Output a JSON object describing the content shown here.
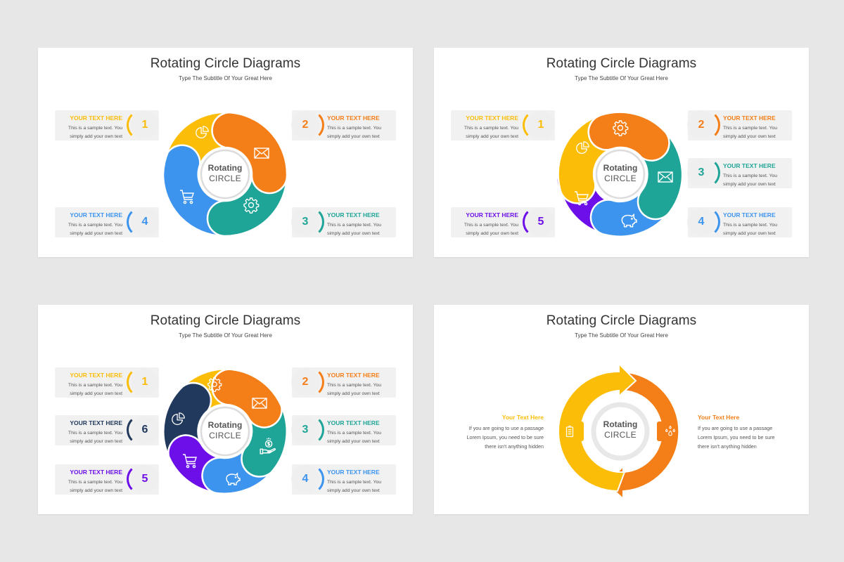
{
  "colors": {
    "yellow": "#fbbd08",
    "orange": "#f47e17",
    "teal": "#1fa597",
    "blue": "#3c94ee",
    "purple": "#6c0fe8",
    "navy": "#21395d",
    "background": "#e8e7e8",
    "box": "#f1f1f1"
  },
  "slides": [
    {
      "title": "Rotating Circle Diagrams",
      "subtitle": "Type The Subtitle Of Your Great Here",
      "center": {
        "line1": "Rotating",
        "line2": "CIRCLE"
      },
      "items": [
        {
          "num": "1",
          "heading": "YOUR TEXT HERE",
          "line1": "This is a sample text. You",
          "line2": "simply add your own text",
          "color": "#fbbd08",
          "icon": "pie-chart-icon"
        },
        {
          "num": "2",
          "heading": "YOUR TEXT HERE",
          "line1": "This is a sample text. You",
          "line2": "simply add your own text",
          "color": "#f47e17",
          "icon": "envelope-icon"
        },
        {
          "num": "3",
          "heading": "YOUR TEXT HERE",
          "line1": "This is a sample text. You",
          "line2": "simply add your own text",
          "color": "#1fa597",
          "icon": "gear-icon"
        },
        {
          "num": "4",
          "heading": "YOUR TEXT HERE",
          "line1": "This is a sample text. You",
          "line2": "simply add your own text",
          "color": "#3c94ee",
          "icon": "shopping-cart-icon"
        }
      ]
    },
    {
      "title": "Rotating Circle Diagrams",
      "subtitle": "Type The Subtitle Of Your Great Here",
      "center": {
        "line1": "Rotating",
        "line2": "CIRCLE"
      },
      "items": [
        {
          "num": "1",
          "heading": "YOUR TEXT HERE",
          "line1": "This is a sample text. You",
          "line2": "simply add your own text",
          "color": "#fbbd08",
          "icon": "pie-chart-icon"
        },
        {
          "num": "2",
          "heading": "YOUR TEXT HERE",
          "line1": "This is a sample text. You",
          "line2": "simply add your own text",
          "color": "#f47e17",
          "icon": "gear-icon"
        },
        {
          "num": "3",
          "heading": "YOUR TEXT HERE",
          "line1": "This is a sample text. You",
          "line2": "simply add your own text",
          "color": "#1fa597",
          "icon": "envelope-icon"
        },
        {
          "num": "4",
          "heading": "YOUR TEXT HERE",
          "line1": "This is a sample text. You",
          "line2": "simply add your own text",
          "color": "#3c94ee",
          "icon": "piggy-bank-icon"
        },
        {
          "num": "5",
          "heading": "YOUR TEXT HERE",
          "line1": "This is a sample text. You",
          "line2": "simply add your own text",
          "color": "#6c0fe8",
          "icon": "shopping-cart-icon"
        }
      ]
    },
    {
      "title": "Rotating Circle Diagrams",
      "subtitle": "Type The Subtitle Of Your Great Here",
      "center": {
        "line1": "Rotating",
        "line2": "CIRCLE"
      },
      "items": [
        {
          "num": "1",
          "heading": "YOUR TEXT HERE",
          "line1": "This is a sample text. You",
          "line2": "simply add your own text",
          "color": "#fbbd08",
          "icon": "gear-icon"
        },
        {
          "num": "2",
          "heading": "YOUR TEXT HERE",
          "line1": "This is a sample text. You",
          "line2": "simply add your own text",
          "color": "#f47e17",
          "icon": "envelope-icon"
        },
        {
          "num": "3",
          "heading": "YOUR TEXT HERE",
          "line1": "This is a sample text. You",
          "line2": "simply add your own text",
          "color": "#1fa597",
          "icon": "money-hand-icon"
        },
        {
          "num": "4",
          "heading": "YOUR TEXT HERE",
          "line1": "This is a sample text. You",
          "line2": "simply add your own text",
          "color": "#3c94ee",
          "icon": "piggy-bank-icon"
        },
        {
          "num": "5",
          "heading": "YOUR TEXT HERE",
          "line1": "This is a sample text. You",
          "line2": "simply add your own text",
          "color": "#6c0fe8",
          "icon": "shopping-cart-icon"
        },
        {
          "num": "6",
          "heading": "YOUR TEXT HERE",
          "line1": "This is a sample text. You",
          "line2": "simply add your own text",
          "color": "#21395d",
          "icon": "pie-chart-icon"
        }
      ]
    },
    {
      "title": "Rotating Circle Diagrams",
      "subtitle": "Type The Subtitle Of Your Great Here",
      "center": {
        "line1": "Rotating",
        "line2": "CIRCLE"
      },
      "items": [
        {
          "heading": "Your Text Here",
          "line1": "If you are going to use a passage",
          "line2": "Lorem Ipsum, you need to be sure",
          "line3": "there isn't anything hidden",
          "color": "#fbbd08",
          "icon": "battery-icon"
        },
        {
          "heading": "Your Text Here",
          "line1": "If you are going to use a passage",
          "line2": "Lorem Ipsum, you need to be sure",
          "line3": "there isn't anything hidden",
          "color": "#f47e17",
          "icon": "water-drops-icon"
        }
      ]
    }
  ]
}
